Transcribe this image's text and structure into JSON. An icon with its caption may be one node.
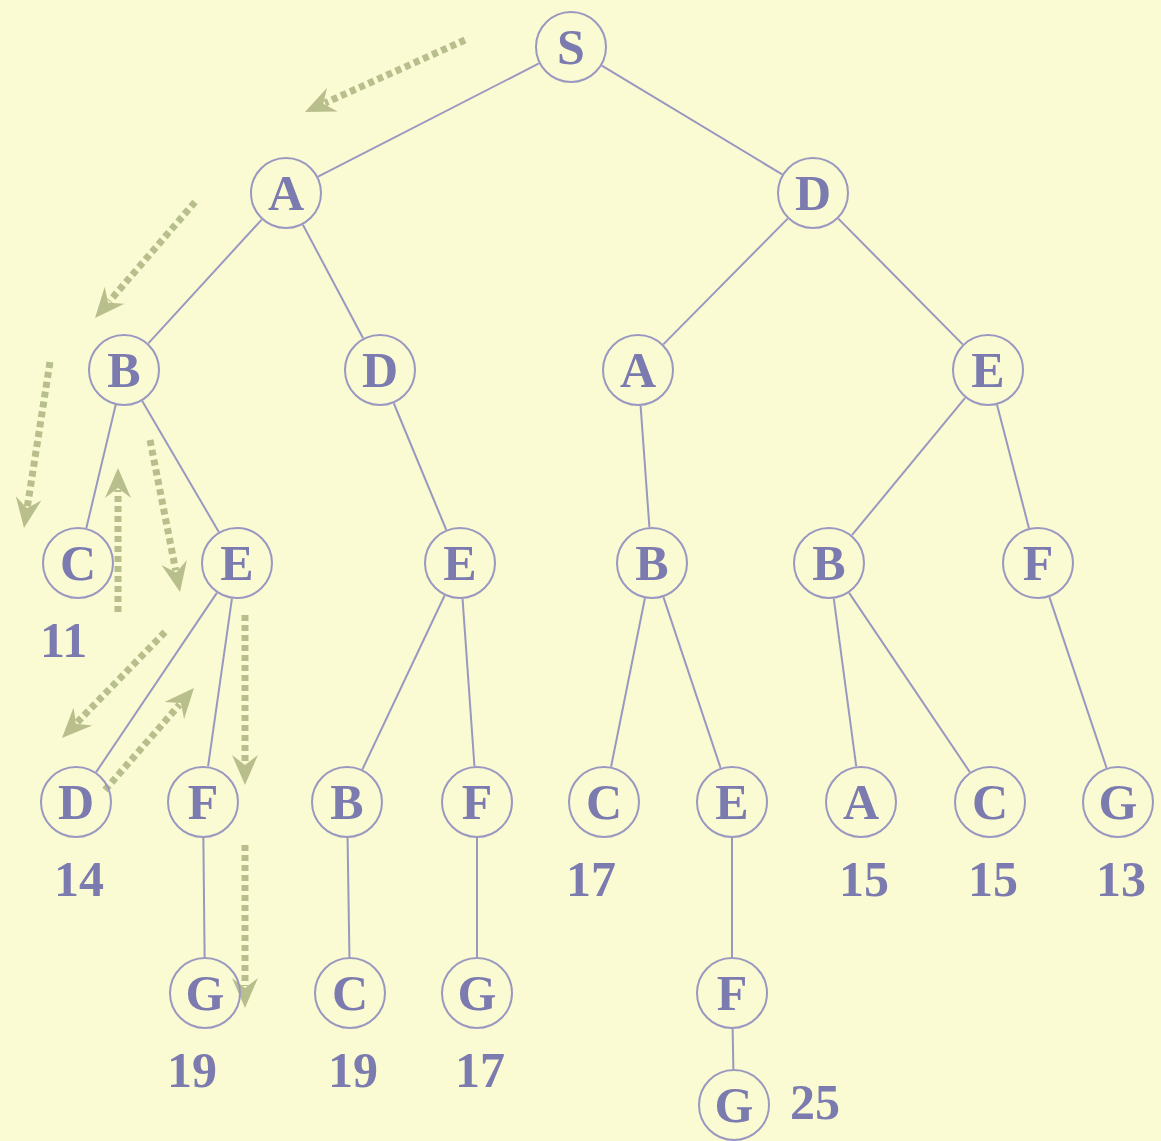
{
  "diagram": {
    "nodes": [
      {
        "text": [
          "S"
        ]
      },
      {
        "text": [
          "A"
        ]
      },
      {
        "text": [
          "D"
        ]
      },
      {
        "text": [
          "B"
        ]
      },
      {
        "text": [
          "D"
        ]
      },
      {
        "text": [
          "A"
        ]
      },
      {
        "text": [
          "E"
        ]
      },
      {
        "text": [
          "C"
        ],
        "beside": [
          "11"
        ]
      },
      {
        "text": [
          "E"
        ]
      },
      {
        "text": [
          "E"
        ]
      },
      {
        "text": [
          "B"
        ]
      },
      {
        "text": [
          "B"
        ]
      },
      {
        "text": [
          "F"
        ]
      },
      {
        "text": [
          "D"
        ],
        "beside": [
          "14"
        ]
      },
      {
        "text": [
          "F"
        ]
      },
      {
        "text": [
          "B"
        ]
      },
      {
        "text": [
          "F"
        ]
      },
      {
        "text": [
          "C"
        ],
        "beside": [
          "17"
        ]
      },
      {
        "text": [
          "E"
        ]
      },
      {
        "text": [
          "A"
        ],
        "beside": [
          "15"
        ]
      },
      {
        "text": [
          "C"
        ],
        "beside": [
          "15"
        ]
      },
      {
        "text": [
          "G"
        ],
        "beside": [
          "13"
        ]
      },
      {
        "text": [
          "G"
        ],
        "beside": [
          "19"
        ]
      },
      {
        "text": [
          "C"
        ],
        "beside": [
          "19"
        ]
      },
      {
        "text": [
          "G"
        ],
        "beside": [
          "17"
        ]
      },
      {
        "text": [
          "F"
        ]
      },
      {
        "text": [
          "G"
        ],
        "beside": [
          "25"
        ]
      }
    ],
    "edges": [
      {
        "from": 0,
        "to": 1,
        "arrow": "none"
      },
      {
        "from": 0,
        "to": 2,
        "arrow": "none"
      },
      {
        "from": 1,
        "to": 3,
        "arrow": "none"
      },
      {
        "from": 1,
        "to": 4,
        "arrow": "none"
      },
      {
        "from": 2,
        "to": 5,
        "arrow": "none"
      },
      {
        "from": 2,
        "to": 6,
        "arrow": "none"
      },
      {
        "from": 3,
        "to": 7,
        "arrow": "none"
      },
      {
        "from": 3,
        "to": 8,
        "arrow": "none"
      },
      {
        "from": 4,
        "to": 9,
        "arrow": "none"
      },
      {
        "from": 5,
        "to": 10,
        "arrow": "none"
      },
      {
        "from": 6,
        "to": 11,
        "arrow": "none"
      },
      {
        "from": 6,
        "to": 12,
        "arrow": "none"
      },
      {
        "from": 8,
        "to": 13,
        "arrow": "none"
      },
      {
        "from": 8,
        "to": 14,
        "arrow": "none"
      },
      {
        "from": 9,
        "to": 15,
        "arrow": "none"
      },
      {
        "from": 9,
        "to": 16,
        "arrow": "none"
      },
      {
        "from": 10,
        "to": 17,
        "arrow": "none"
      },
      {
        "from": 10,
        "to": 18,
        "arrow": "none"
      },
      {
        "from": 11,
        "to": 19,
        "arrow": "none"
      },
      {
        "from": 11,
        "to": 20,
        "arrow": "none"
      },
      {
        "from": 12,
        "to": 21,
        "arrow": "none"
      },
      {
        "from": 14,
        "to": 22,
        "arrow": "none"
      },
      {
        "from": 15,
        "to": 23,
        "arrow": "none"
      },
      {
        "from": 16,
        "to": 24,
        "arrow": "none"
      },
      {
        "from": 18,
        "to": 25,
        "arrow": "none"
      },
      {
        "from": 25,
        "to": 26,
        "arrow": "none"
      }
    ]
  }
}
